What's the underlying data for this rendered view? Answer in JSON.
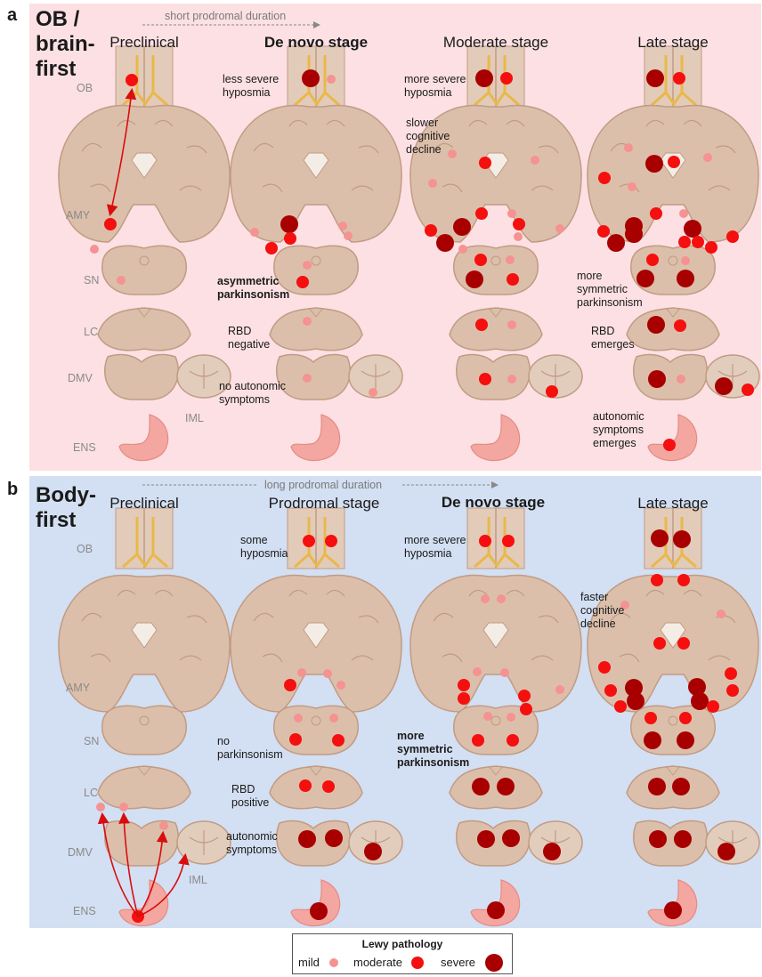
{
  "colors": {
    "panel_a_bg": "#fce0e3",
    "panel_b_bg": "#d3dff2",
    "brain_tissue": "#dcbfaa",
    "brain_stroke": "#c19b83",
    "olfactory_tract": "#e8b84a",
    "mild": "#f59292",
    "moderate": "#f50f0f",
    "severe": "#a80000",
    "arrow": "#d90d0d",
    "stomach": "#f4a7a0"
  },
  "panel_a": {
    "letter": "a",
    "title": "OB /\nbrain-\nfirst",
    "duration": "short prodromal duration",
    "stages": [
      "Preclinical",
      "De novo stage",
      "Moderate stage",
      "Late stage"
    ],
    "bold_stage_index": 1,
    "regions": [
      "OB",
      "AMY",
      "SN",
      "LC",
      "DMV",
      "IML",
      "ENS"
    ],
    "annotations": [
      {
        "text": "less severe\nhyposmia",
        "bold": false
      },
      {
        "text": "asymmetric\nparkinsonism",
        "bold": true
      },
      {
        "text": "RBD\nnegative",
        "bold": false
      },
      {
        "text": "no autonomic\nsymptoms",
        "bold": false
      },
      {
        "text": "more severe\nhyposmia",
        "bold": false
      },
      {
        "text": "slower\ncognitive\ndecline",
        "bold": false
      },
      {
        "text": "more\nsymmetric\nparkinsonism",
        "bold": false
      },
      {
        "text": "RBD\nemerges",
        "bold": false
      },
      {
        "text": "autonomic\nsymptoms\nemerges",
        "bold": false
      }
    ]
  },
  "panel_b": {
    "letter": "b",
    "title": "Body-\nfirst",
    "duration": "long prodromal duration",
    "stages": [
      "Preclinical",
      "Prodromal stage",
      "De novo stage",
      "Late stage"
    ],
    "bold_stage_index": 2,
    "regions": [
      "OB",
      "AMY",
      "SN",
      "LC",
      "DMV",
      "IML",
      "ENS"
    ],
    "annotations": [
      {
        "text": "some\nhyposmia",
        "bold": false
      },
      {
        "text": "no\nparkinsonism",
        "bold": false
      },
      {
        "text": "RBD\npositive",
        "bold": false
      },
      {
        "text": "autonomic\nsymptoms",
        "bold": false
      },
      {
        "text": "more severe\nhyposmia",
        "bold": false
      },
      {
        "text": "more\nsymmetric\nparkinsonism",
        "bold": true
      },
      {
        "text": "faster\ncognitive\ndecline",
        "bold": false
      }
    ]
  },
  "legend": {
    "title": "Lewy pathology",
    "items": [
      {
        "label": "mild",
        "level": "mild"
      },
      {
        "label": "moderate",
        "level": "moderate"
      },
      {
        "label": "severe",
        "level": "severe"
      }
    ]
  }
}
